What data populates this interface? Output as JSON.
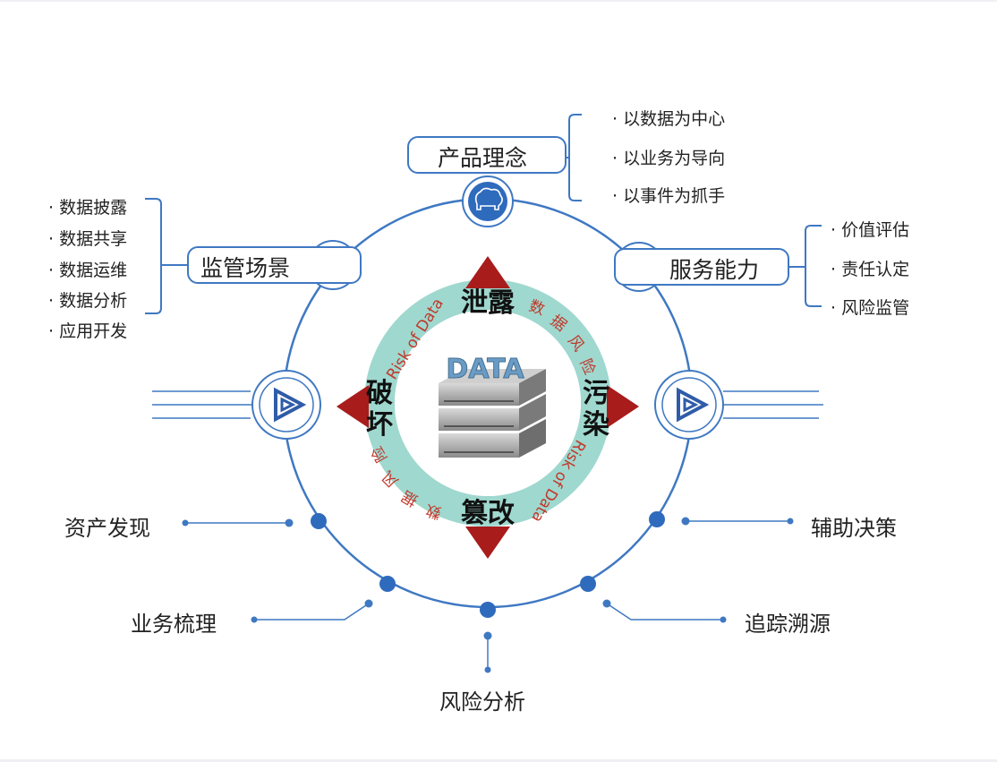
{
  "center": {
    "image_text": "DATA",
    "risk_top": "泄露",
    "risk_left": "破坏",
    "risk_right": "污染",
    "risk_bottom": "篡改",
    "ring_text_a": "数 据 风 险",
    "ring_text_b": "Risk of Data"
  },
  "top_node": {
    "title": "产品理念",
    "items": [
      "· 以数据为中心",
      "· 以业务为导向",
      "· 以事件为抓手"
    ]
  },
  "left_node": {
    "title": "监管场景",
    "items": [
      "· 数据披露",
      "· 数据共享",
      "· 数据运维",
      "· 数据分析",
      "· 应用开发"
    ]
  },
  "right_node": {
    "title": "服务能力",
    "items": [
      "· 价值评估",
      "· 责任认定",
      "· 风险监管"
    ]
  },
  "bottom_nodes": {
    "asset_discovery": "资产发现",
    "business_sorting": "业务梳理",
    "risk_analysis": "风险分析",
    "trace_source": "追踪溯源",
    "decision_support": "辅助决策"
  },
  "colors": {
    "accent": "#3f78c2",
    "ring": "#9fd8cf",
    "risk_red": "#c0392b",
    "arrow_red": "#a81c1c",
    "icon_fill": "#2f6bbd"
  }
}
